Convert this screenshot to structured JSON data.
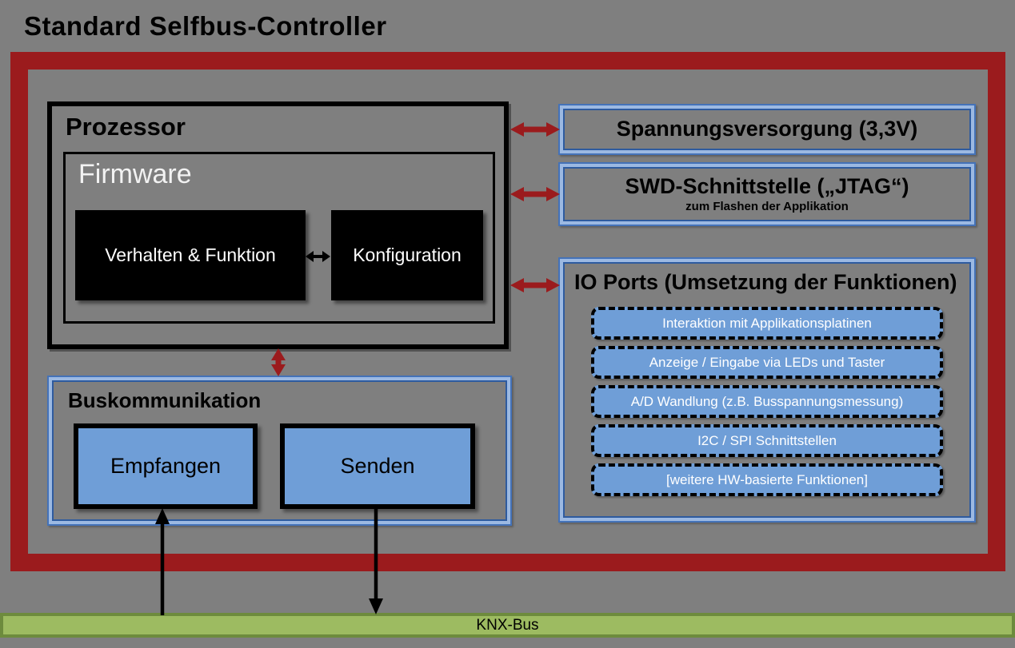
{
  "title": "Standard Selfbus-Controller",
  "processor": {
    "label": "Prozessor",
    "firmware": {
      "label": "Firmware",
      "behavior_label": "Verhalten & Funktion",
      "config_label": "Konfiguration"
    }
  },
  "right_column": {
    "power": {
      "label": "Spannungsversorgung (3,3V)"
    },
    "swd": {
      "label": "SWD-Schnittstelle („JTAG“)",
      "sublabel": "zum Flashen der Applikation"
    },
    "io_ports": {
      "label": "IO Ports (Umsetzung der Funktionen)",
      "items": [
        "Interaktion mit Applikationsplatinen",
        "Anzeige / Eingabe via LEDs und Taster",
        "A/D Wandlung (z.B. Busspannungsmessung)",
        "I2C / SPI Schnittstellen",
        "[weitere HW-basierte Funktionen]"
      ]
    }
  },
  "bus_communication": {
    "label": "Buskommunikation",
    "receive_label": "Empfangen",
    "send_label": "Senden"
  },
  "knx_bus": {
    "label": "KNX-Bus"
  },
  "colors": {
    "background_gray": "#7f7f7f",
    "frame_red": "#9b1b1d",
    "arrow_red": "#9b1b1d",
    "box_blue_fill": "#6f9ed7",
    "blue_border_dark": "#2e5b9f",
    "blue_border_light": "#9cb9e2",
    "bus_green_fill": "#9dbb61",
    "bus_green_border": "#6d8b3d",
    "black_box": "#000000",
    "firmware_text": "#f2f2f2"
  }
}
